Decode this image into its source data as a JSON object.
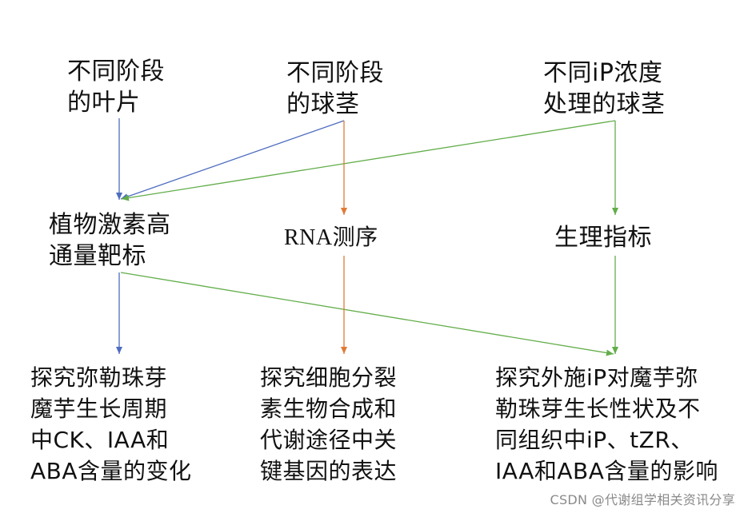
{
  "nodes": {
    "leaves": {
      "lines": [
        "不同阶段",
        "的叶片"
      ]
    },
    "corm_stages": {
      "lines": [
        "不同阶段",
        "的球茎"
      ]
    },
    "ip_treatment": {
      "lines": [
        "不同iP浓度",
        "处理的球茎"
      ]
    },
    "hormone_targets": {
      "lines": [
        "植物激素高",
        "通量靶标"
      ]
    },
    "rna_seq": {
      "lines": [
        "RNA测序"
      ]
    },
    "physiology": {
      "lines": [
        "生理指标"
      ]
    },
    "result_hormone": {
      "lines": [
        "探究弥勒珠芽",
        "魔芋生长周期",
        "中CK、IAA和",
        "ABA含量的变化"
      ]
    },
    "result_genes": {
      "lines": [
        "探究细胞分裂",
        "素生物合成和",
        "代谢途径中关",
        "键基因的表达"
      ]
    },
    "result_ip": {
      "lines": [
        "探究外施iP对魔芋弥",
        "勒珠芽生长性状及不",
        "同组织中iP、tZR、",
        "IAA和ABA含量的影响"
      ]
    }
  },
  "colors": {
    "blue": "#4e6dbf",
    "orange": "#e07a36",
    "green": "#62ad4a",
    "text": "#111111"
  },
  "watermark": "CSDN @代谢组学相关资讯分享"
}
